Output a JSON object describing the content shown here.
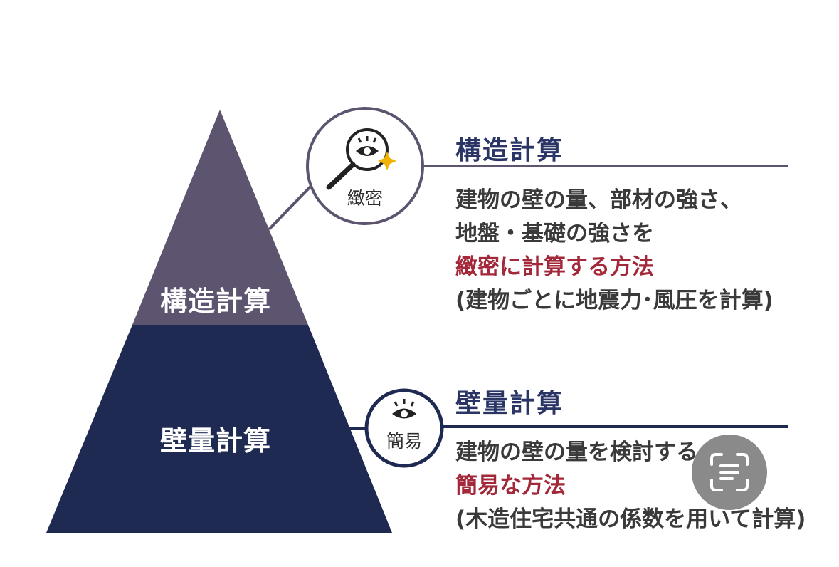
{
  "pyramid": {
    "top_label": "構造計算",
    "bottom_label": "壁量計算"
  },
  "badges": {
    "top": {
      "label": "緻密",
      "icon": "magnifier-eye-icon"
    },
    "bottom": {
      "label": "簡易",
      "icon": "eye-icon"
    }
  },
  "sections": {
    "top": {
      "heading": "構造計算",
      "lines": [
        "建物の壁の量、部材の強さ、",
        "地盤・基礎の強さを"
      ],
      "accent": "緻密に計算する方法",
      "note": "(建物ごとに地震力･風圧を計算)"
    },
    "bottom": {
      "heading": "壁量計算",
      "lines": [
        "建物の壁の量を検討する"
      ],
      "accent": "簡易な方法",
      "note": "(木造住宅共通の係数を用いて計算)"
    }
  },
  "overlay": {
    "icon": "text-scan-icon"
  },
  "colors": {
    "pyramid_top": "#5d5470",
    "pyramid_bottom": "#1f2a52",
    "badge_top_ring": "#5d5470",
    "badge_bottom_ring": "#1f2a52",
    "heading": "#2a3566",
    "accent": "#a3283a",
    "sparkle": "#f0b400"
  }
}
